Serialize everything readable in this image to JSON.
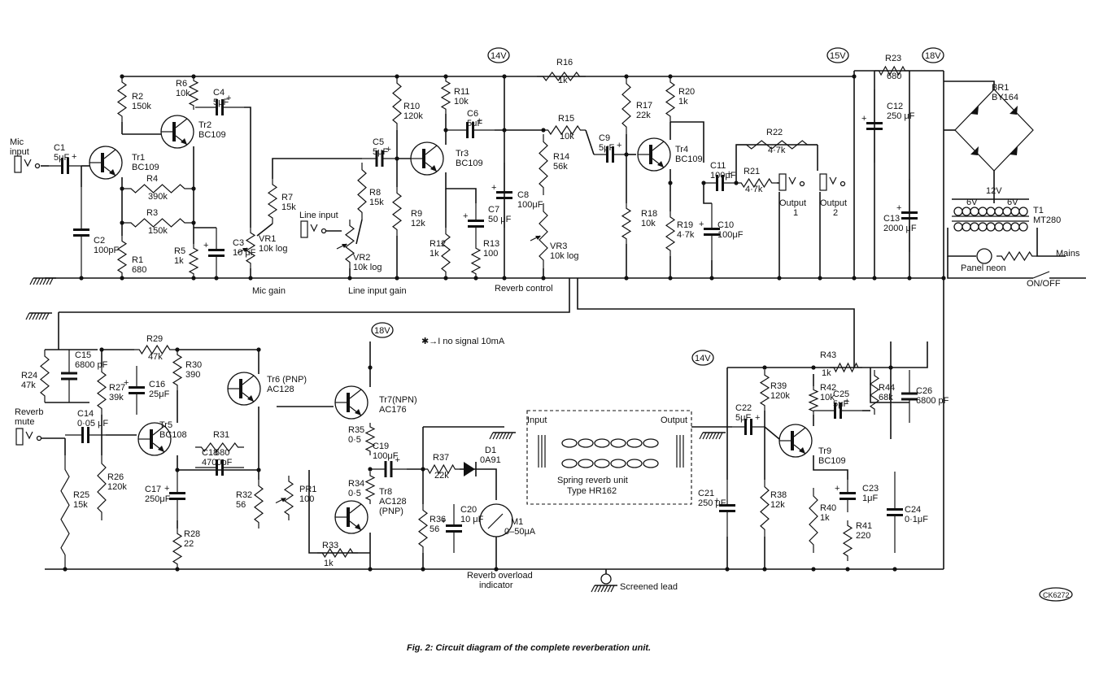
{
  "figure": {
    "caption": "Fig. 2: Circuit diagram of the complete reverberation unit.",
    "code": "CK6272"
  },
  "rails": {
    "v14a": "14V",
    "v15": "15V",
    "v18a": "18V",
    "v18b": "18V",
    "v14b": "14V"
  },
  "notes": {
    "quiescent": "✱→I no signal 10mA"
  },
  "inputs": {
    "mic": [
      "Mic",
      "input"
    ],
    "line": "Line input",
    "reverb_mute": [
      "Reverb",
      "mute"
    ],
    "mic_gain": "Mic gain",
    "line_gain": "Line input gain",
    "reverb_control": "Reverb  control"
  },
  "outputs": {
    "out1": [
      "Output",
      "1"
    ],
    "out2": [
      "Output",
      "2"
    ],
    "mains": "Mains",
    "on_off": "ON/OFF",
    "panel_neon": "Panel neon"
  },
  "reverb_unit": {
    "input_label": "Input",
    "output_label": "Output",
    "name": "Spring reverb unit",
    "type": "Type HR162",
    "meter_label": [
      "Reverb overload",
      "indicator"
    ],
    "screened": "Screened lead"
  },
  "power": {
    "bridge": [
      "BR1",
      "BY164"
    ],
    "transformer": [
      "T1",
      "MT280"
    ],
    "v12": "12V",
    "v6a": "6V",
    "v6b": "6V"
  },
  "transistors": [
    {
      "id": "tr1",
      "ref": "Tr1",
      "type": "BC109"
    },
    {
      "id": "tr2",
      "ref": "Tr2",
      "type": "BC109"
    },
    {
      "id": "tr3",
      "ref": "Tr3",
      "type": "BC109"
    },
    {
      "id": "tr4",
      "ref": "Tr4",
      "type": "BC109"
    },
    {
      "id": "tr5",
      "ref": "Tr5",
      "type": "BC108"
    },
    {
      "id": "tr6",
      "ref": "Tr6 (PNP)",
      "type": "AC128"
    },
    {
      "id": "tr7",
      "ref": "Tr7(NPN)",
      "type": "AC176"
    },
    {
      "id": "tr8",
      "ref": "Tr8",
      "type": "AC128",
      "extra": "(PNP)"
    },
    {
      "id": "tr9",
      "ref": "Tr9",
      "type": "BC109"
    }
  ],
  "resistors": [
    {
      "ref": "R1",
      "value": "680"
    },
    {
      "ref": "R2",
      "value": "150k"
    },
    {
      "ref": "R3",
      "value": "150k"
    },
    {
      "ref": "R4",
      "value": "390k"
    },
    {
      "ref": "R5",
      "value": "1k"
    },
    {
      "ref": "R6",
      "value": "10k"
    },
    {
      "ref": "R7",
      "value": "15k"
    },
    {
      "ref": "R8",
      "value": "15k"
    },
    {
      "ref": "R9",
      "value": "12k"
    },
    {
      "ref": "R10",
      "value": "120k"
    },
    {
      "ref": "R11",
      "value": "10k"
    },
    {
      "ref": "R12",
      "value": "1k"
    },
    {
      "ref": "R13",
      "value": "100"
    },
    {
      "ref": "R14",
      "value": "56k"
    },
    {
      "ref": "R15",
      "value": "10k"
    },
    {
      "ref": "R16",
      "value": "1k"
    },
    {
      "ref": "R17",
      "value": "22k"
    },
    {
      "ref": "R18",
      "value": "10k"
    },
    {
      "ref": "R19",
      "value": "4·7k"
    },
    {
      "ref": "R20",
      "value": "1k"
    },
    {
      "ref": "R21",
      "value": "4·7k"
    },
    {
      "ref": "R22",
      "value": "4·7k"
    },
    {
      "ref": "R23",
      "value": "680"
    },
    {
      "ref": "R24",
      "value": "47k"
    },
    {
      "ref": "R25",
      "value": "15k"
    },
    {
      "ref": "R26",
      "value": "120k"
    },
    {
      "ref": "R27",
      "value": "39k"
    },
    {
      "ref": "R28",
      "value": "22"
    },
    {
      "ref": "R29",
      "value": "47k"
    },
    {
      "ref": "R30",
      "value": "390"
    },
    {
      "ref": "R31",
      "value": "680"
    },
    {
      "ref": "R32",
      "value": "56"
    },
    {
      "ref": "R33",
      "value": "1k"
    },
    {
      "ref": "R34",
      "value": "0·5"
    },
    {
      "ref": "R35",
      "value": "0·5"
    },
    {
      "ref": "R36",
      "value": "56"
    },
    {
      "ref": "R37",
      "value": "22k"
    },
    {
      "ref": "R38",
      "value": "12k"
    },
    {
      "ref": "R39",
      "value": "120k"
    },
    {
      "ref": "R40",
      "value": "1k"
    },
    {
      "ref": "R41",
      "value": "220"
    },
    {
      "ref": "R42",
      "value": "10k"
    },
    {
      "ref": "R43",
      "value": "1k"
    },
    {
      "ref": "R44",
      "value": "68k"
    }
  ],
  "capacitors": [
    {
      "ref": "C1",
      "value": "5μF"
    },
    {
      "ref": "C2",
      "value": "100pF"
    },
    {
      "ref": "C3",
      "value": "10 μF"
    },
    {
      "ref": "C4",
      "value": "5μF"
    },
    {
      "ref": "C5",
      "value": "5μF"
    },
    {
      "ref": "C6",
      "value": "5μF"
    },
    {
      "ref": "C7",
      "value": "50 μF"
    },
    {
      "ref": "C8",
      "value": "100μF"
    },
    {
      "ref": "C9",
      "value": "5μF"
    },
    {
      "ref": "C10",
      "value": "100μF"
    },
    {
      "ref": "C11",
      "value": "100μF"
    },
    {
      "ref": "C12",
      "value": "250 μF"
    },
    {
      "ref": "C13",
      "value": "2000 μF"
    },
    {
      "ref": "C14",
      "value": "0·05 μF"
    },
    {
      "ref": "C15",
      "value": "6800 pF"
    },
    {
      "ref": "C16",
      "value": "25μF"
    },
    {
      "ref": "C17",
      "value": "250μF"
    },
    {
      "ref": "C18",
      "value": "4700pF"
    },
    {
      "ref": "C19",
      "value": "100μF"
    },
    {
      "ref": "C20",
      "value": "10 μF"
    },
    {
      "ref": "C21",
      "value": "250 μF"
    },
    {
      "ref": "C22",
      "value": "5μF"
    },
    {
      "ref": "C23",
      "value": "1μF"
    },
    {
      "ref": "C24",
      "value": "0·1μF"
    },
    {
      "ref": "C25",
      "value": "5μF"
    },
    {
      "ref": "C26",
      "value": "6800 pF"
    }
  ],
  "pots": [
    {
      "ref": "VR1",
      "value": "10k log"
    },
    {
      "ref": "VR2",
      "value": "10k log"
    },
    {
      "ref": "VR3",
      "value": "10k log"
    },
    {
      "ref": "PR1",
      "value": "100"
    }
  ],
  "misc": [
    {
      "ref": "D1",
      "value": "0A91"
    },
    {
      "ref": "M1",
      "value": "0–50μA"
    }
  ]
}
